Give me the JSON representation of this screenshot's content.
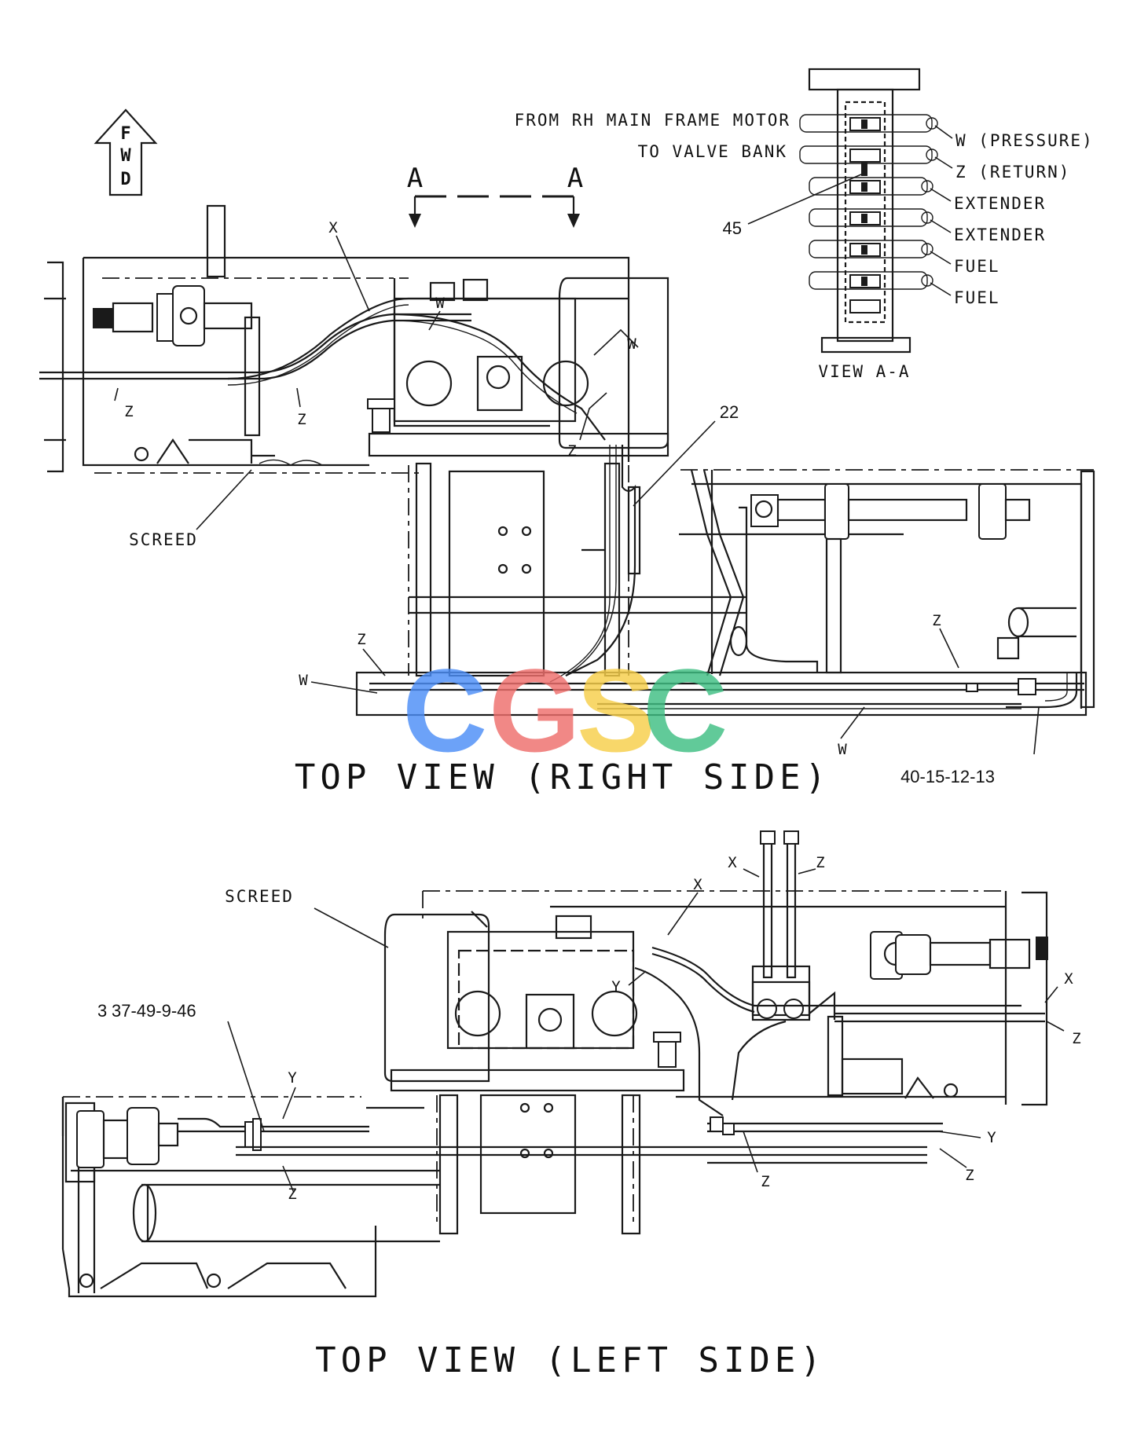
{
  "titles": {
    "right": "TOP VIEW (RIGHT SIDE)",
    "left": "TOP VIEW (LEFT SIDE)",
    "view_aa": "VIEW A-A"
  },
  "arrow": {
    "letters": [
      "F",
      "W",
      "D"
    ]
  },
  "section_marks": {
    "left": "A",
    "right": "A"
  },
  "view_aa": {
    "header_left": [
      "FROM RH MAIN FRAME MOTOR",
      "TO VALVE BANK"
    ],
    "ports": [
      "W (PRESSURE)",
      "Z (RETURN)",
      "EXTENDER",
      "EXTENDER",
      "FUEL",
      "FUEL"
    ],
    "callout": "45"
  },
  "right_view": {
    "x": "X",
    "w1": "W",
    "w2": "W",
    "w3": "W",
    "w4": "W",
    "z1": "Z",
    "z2": "Z",
    "z3": "Z",
    "z4": "Z",
    "z5": "Z",
    "screed": "SCREED",
    "callout_22": "22",
    "callout_40": "40-15-12-13"
  },
  "left_view": {
    "screed": "SCREED",
    "callout_37_prefix": "3",
    "callout_37": "37-49-9-46",
    "x1": "X",
    "x2": "X",
    "x3": "X",
    "y1": "Y",
    "y2": "Y",
    "y3": "Y",
    "z1": "Z",
    "z2": "Z",
    "z3": "Z",
    "z4": "Z",
    "z5": "Z"
  },
  "watermark": {
    "letters": [
      "C",
      "G",
      "S",
      "C"
    ],
    "colors": [
      "#4d8ef7",
      "#ef6f6c",
      "#f7cf4a",
      "#3fbf83"
    ]
  }
}
